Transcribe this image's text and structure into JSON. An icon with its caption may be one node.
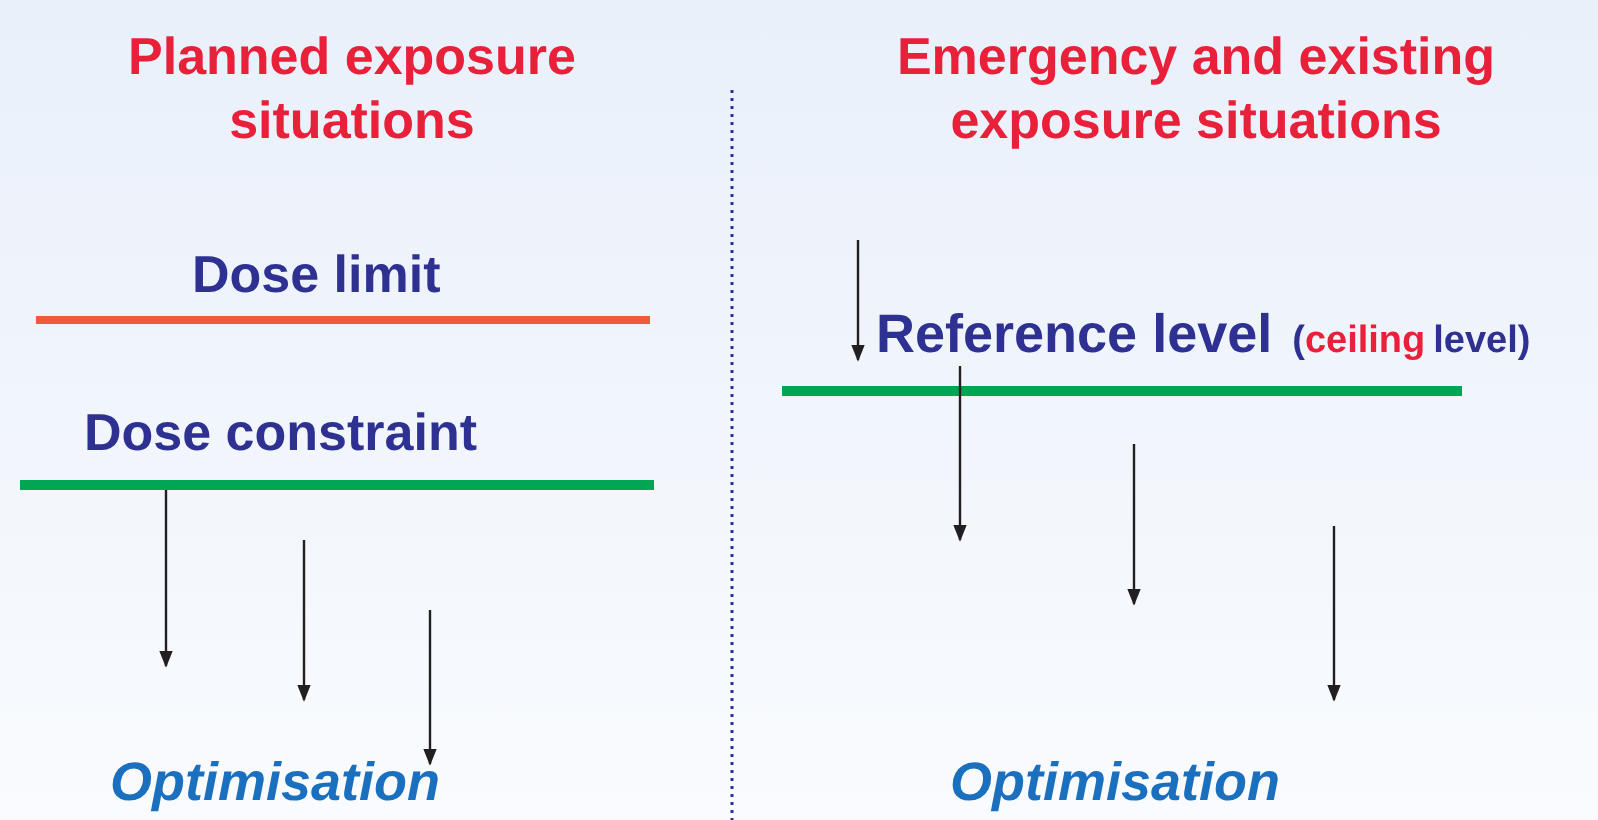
{
  "diagram": {
    "labels": [
      "Planned exposure situations",
      "Emergency and existing exposure situations",
      "Dose limit",
      "Reference level",
      "(",
      "ceiling",
      "level)",
      "Dose constraint",
      "Optimisation",
      "Optimisation"
    ]
  }
}
